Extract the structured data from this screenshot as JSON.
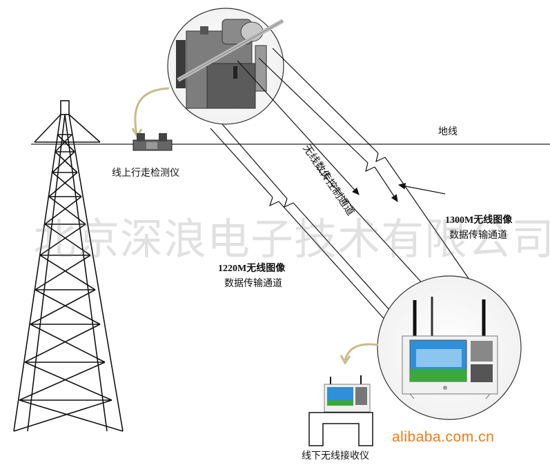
{
  "labels": {
    "ground_wire": "地线",
    "line_detector": "线上行走检测仪",
    "control_channel": "无线数传控制通道",
    "channel_1300_line1": "1300M无线图像",
    "channel_1300_line2": "数据传输通道",
    "channel_1220_line1": "1220M无线图像",
    "channel_1220_line2": "数据传输通道",
    "ground_receiver": "线下无线接收仪"
  },
  "watermark": "北京深浪电子技术有限公司",
  "site_mark": "alibaba.com.cn",
  "colors": {
    "line": "#111111",
    "watermark": "#9a9a9a",
    "site_mark": "#f07a16",
    "device_body": "#6e6e6e",
    "screen_blue": "#2f8fd8",
    "screen_green": "#3aa83a"
  }
}
